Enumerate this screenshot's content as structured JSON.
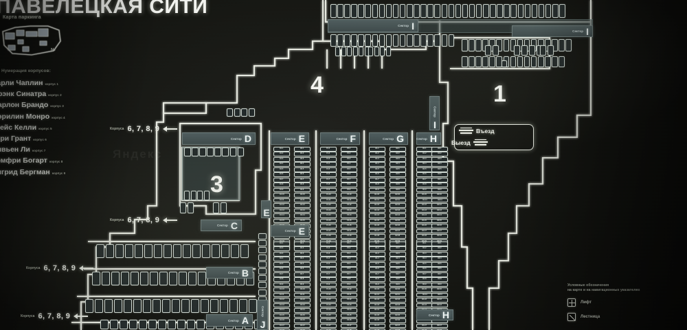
{
  "header": {
    "title": "ПАВЕЛЕЦКАЯ СИТИ",
    "subtitle": "Карта паркинга"
  },
  "site_plan": {
    "icon": "site-plan-schematic",
    "marker": "№"
  },
  "corpus_list": {
    "heading": "Нумерация корпусов:",
    "items": [
      {
        "name": "Чарли Чаплин",
        "corpus": "корпус 1"
      },
      {
        "name": "Фрэнк Синатра",
        "corpus": "корпус 2"
      },
      {
        "name": "Марлон Брандо",
        "corpus": "корпус 3"
      },
      {
        "name": "Мэрилин Монро",
        "corpus": "корпус 4"
      },
      {
        "name": "Грейс Келли",
        "corpus": "корпус 5"
      },
      {
        "name": "Кэри Грант",
        "corpus": "корпус 6"
      },
      {
        "name": "Вивьен Ли",
        "corpus": "корпус 7"
      },
      {
        "name": "Хэмфри Богарт",
        "corpus": "корпус 8"
      },
      {
        "name": "Ингрид Бергман",
        "corpus": "корпус 9"
      }
    ]
  },
  "corpus_arrows": [
    {
      "label": "Корпуса",
      "numbers": "6, 7, 8, 9"
    },
    {
      "label": "Корпуса",
      "numbers": "6, 7, 8, 9"
    },
    {
      "label": "Корпуса",
      "numbers": "6, 7, 8, 9"
    },
    {
      "label": "Корпуса",
      "numbers": "6, 7, 8, 9"
    }
  ],
  "zones": [
    {
      "number": "1"
    },
    {
      "number": "3"
    },
    {
      "number": "4"
    }
  ],
  "sectors": [
    {
      "prefix": "Сектор",
      "letter": "I"
    },
    {
      "prefix": "Сектор",
      "letter": "I"
    },
    {
      "prefix": "Сектор",
      "letter": "D"
    },
    {
      "prefix": "Сектор",
      "letter": "E"
    },
    {
      "prefix": "Сектор",
      "letter": "F"
    },
    {
      "prefix": "Сектор",
      "letter": "G"
    },
    {
      "prefix": "Сектор",
      "letter": "H"
    },
    {
      "prefix": "Сектор",
      "letter": "C"
    },
    {
      "prefix": "Сектор",
      "letter": "E"
    },
    {
      "prefix": "Сектор",
      "letter": "B"
    },
    {
      "prefix": "Сектор",
      "letter": "A"
    },
    {
      "prefix": "Сектор",
      "letter": "J"
    },
    {
      "prefix": "Сектор",
      "letter": "H"
    },
    {
      "prefix": "Сектор",
      "letter": "E"
    },
    {
      "prefix": "Сектор",
      "letter": "I"
    }
  ],
  "access_panel": {
    "entrance": "Въезд",
    "exit": "Выезд"
  },
  "legend": {
    "heading_line1": "Условные обозначения",
    "heading_line2": "на карте и на навигационных указателях",
    "items": [
      {
        "icon": "elevator-icon",
        "label": "Лифт"
      },
      {
        "icon": "stairs-icon",
        "label": "Лестница"
      }
    ]
  },
  "watermark": {
    "text": "Яндекс"
  },
  "stall_codes": {
    "sector_e": [
      "E1-1",
      "E1-2",
      "E1-3",
      "E1-4",
      "E1-5",
      "E1-6",
      "E1-7",
      "E1-8",
      "E1-9",
      "E1-10",
      "E1-11",
      "E1-12",
      "E1-13",
      "E1-14"
    ],
    "sector_f": [
      "F1-1",
      "F1-2",
      "F1-3",
      "F1-4",
      "F1-5",
      "F1-6",
      "F1-7",
      "F1-8",
      "F1-9",
      "F1-10",
      "F1-11",
      "F1-12"
    ],
    "sector_g": [
      "G1-1",
      "G1-2",
      "G1-3",
      "G1-4",
      "G1-5",
      "G1-6",
      "G1-7",
      "G1-8",
      "G1-9",
      "G1-10"
    ],
    "sector_h": [
      "H1-1",
      "H1-2",
      "H1-3",
      "H1-4",
      "H1-5",
      "H1-6",
      "H1-7",
      "H1-8"
    ]
  },
  "colors": {
    "background": "#111210",
    "road_stroke": "#e6e9e0",
    "sector_plate": "#465354",
    "stall_border": "#cfd8d2",
    "text_primary": "#f2f3ef",
    "text_muted": "#a8ada0"
  }
}
